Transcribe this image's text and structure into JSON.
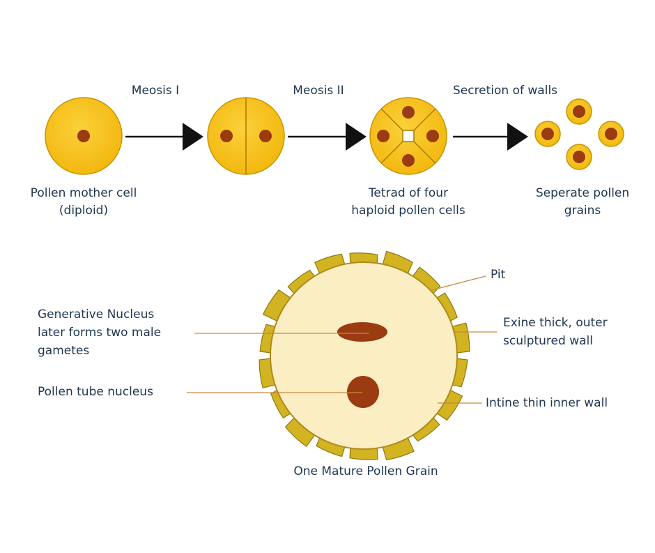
{
  "colors": {
    "cell_fill": "#f7c21a",
    "cell_stroke": "#c79500",
    "nucleus": "#9a3b12",
    "arrow": "#111111",
    "grain_interior": "#fbeec3",
    "exine": "#d2b322",
    "leader_line": "#c7893e",
    "text": "#1f3550"
  },
  "top": {
    "step_labels": [
      "Meosis I",
      "Meosis II",
      "Secretion of walls"
    ],
    "stages": [
      {
        "name": "pollen-mother-cell",
        "label_lines": [
          "Pollen mother cell",
          "(diploid)"
        ]
      },
      {
        "name": "dyad",
        "label_lines": []
      },
      {
        "name": "tetrad",
        "label_lines": [
          "Tetrad of four",
          "haploid pollen cells"
        ]
      },
      {
        "name": "separate-grains",
        "label_lines": [
          "Seperate pollen",
          "grains"
        ]
      }
    ]
  },
  "bottom": {
    "labels": {
      "pit": "Pit",
      "generative_nucleus": [
        "Generative Nucleus",
        "later forms two male",
        "gametes"
      ],
      "tube_nucleus": "Pollen tube nucleus",
      "exine": [
        "Exine thick, outer",
        "sculptured wall"
      ],
      "intine": "Intine thin inner wall",
      "caption": "One Mature Pollen Grain"
    }
  }
}
